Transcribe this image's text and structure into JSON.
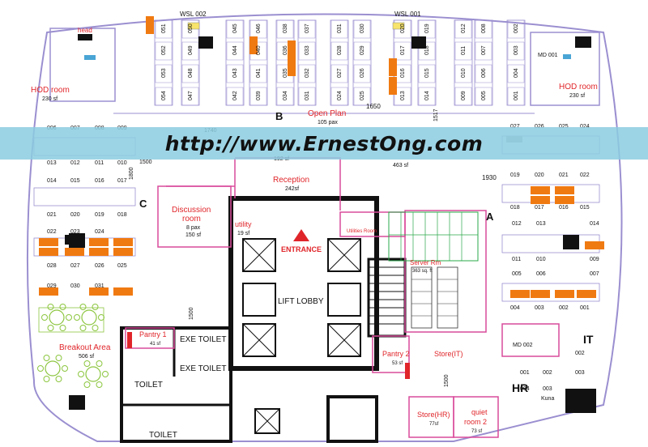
{
  "colors": {
    "outline": "#9b8fd0",
    "desk": "#f07a12",
    "chair": "#8cc63f",
    "label_red": "#e0252a",
    "wall": "#111111",
    "partition": "#d94b9b",
    "banner": "#8ccde1"
  },
  "banner": {
    "text": "http://www.ErnestOng.com"
  },
  "zones": {
    "a": "A",
    "b": "B",
    "c": "C",
    "it": "IT",
    "hr": "HR"
  },
  "rooms": {
    "head": "head",
    "hod_left": "HOD room",
    "hod_left_area": "230 sf",
    "hod_right": "HOD room",
    "hod_right_area": "230 sf",
    "md001": "MD 001",
    "wsl002": "WSL 002",
    "wsl001": "WSL 001",
    "open_plan": "Open Plan",
    "open_plan_pax": "105 pax",
    "dim_1650": "1650",
    "dim_1517": "1517",
    "dim_1740": "1740",
    "dim_1800": "1800",
    "dim_1500a": "1500",
    "dim_1930": "1930",
    "dim_1500b": "1500",
    "dim_1500c": "1500",
    "area_192": "192 sf",
    "area_463": "463 sf",
    "reception": "Reception",
    "reception_area": "242sf",
    "discussion": "Discussion",
    "discussion_room": "room",
    "discussion_pax": "8 pax",
    "discussion_area": "150 sf",
    "utility": "utility",
    "utility_area": "19 sf",
    "utilities_room": "Utilities Room",
    "entrance": "ENTRANCE",
    "lift_lobby": "LIFT LOBBY",
    "server": "Server Rm",
    "server_area": "363 sq. ft",
    "pantry1": "Pantry 1",
    "pantry1_area": "41 sf",
    "pantry2": "Pantry 2",
    "pantry2_area": "53 sf",
    "exe_toilet1": "EXE TOILET",
    "exe_toilet2": "EXE TOILET",
    "toilet1": "TOILET",
    "toilet2": "TOILET",
    "breakout": "Breakout Area",
    "breakout_area": "506 sf",
    "store_it": "Store(IT)",
    "store_hr": "Store(HR)",
    "store_hr_area": "77sf",
    "quiet": "quiet",
    "quiet2": "room 2",
    "quiet_area": "73 sf",
    "md002": "MD 002",
    "kuna": "Kuna"
  },
  "seats": {
    "top_cols": [
      [
        "051",
        "052",
        "053",
        "054"
      ],
      [
        "050",
        "049",
        "048",
        "047"
      ],
      [
        "045",
        "044",
        "043",
        "042"
      ],
      [
        "046",
        "040",
        "041",
        "039"
      ],
      [
        "038",
        "036",
        "035",
        "034"
      ],
      [
        "037",
        "033",
        "032",
        "031"
      ],
      [
        "031",
        "028",
        "027",
        "024"
      ],
      [
        "030",
        "029",
        "026",
        "025"
      ],
      [
        "020",
        "017",
        "016",
        "013"
      ],
      [
        "019",
        "018",
        "015",
        "014"
      ],
      [
        "012",
        "011",
        "010",
        "009"
      ],
      [
        "008",
        "007",
        "006",
        "005"
      ],
      [
        "002",
        "003",
        "004",
        "001"
      ]
    ],
    "c_row1": [
      "006",
      "007",
      "008",
      "009"
    ],
    "c_row2": [
      "013",
      "012",
      "011",
      "010"
    ],
    "c_row3": [
      "014",
      "015",
      "016",
      "017"
    ],
    "c_row4": [
      "021",
      "020",
      "019",
      "018"
    ],
    "c_row5": [
      "022",
      "023",
      "024"
    ],
    "c_row6": [
      "028",
      "027",
      "026",
      "025"
    ],
    "c_row7": [
      "029",
      "030",
      "031"
    ],
    "a_row1": [
      "027",
      "026",
      "025",
      "024"
    ],
    "a_row2": [
      "019",
      "020",
      "021",
      "022"
    ],
    "a_row3": [
      "018",
      "017",
      "016",
      "015"
    ],
    "a_row4": [
      "012",
      "013",
      "014"
    ],
    "a_row5": [
      "011",
      "010",
      "009"
    ],
    "a_row6": [
      "005",
      "006",
      "007"
    ],
    "a_row7": [
      "004",
      "003",
      "002",
      "001"
    ],
    "hr_seats": [
      "001",
      "002",
      "004",
      "003"
    ],
    "it_seats": [
      "002",
      "003"
    ]
  }
}
